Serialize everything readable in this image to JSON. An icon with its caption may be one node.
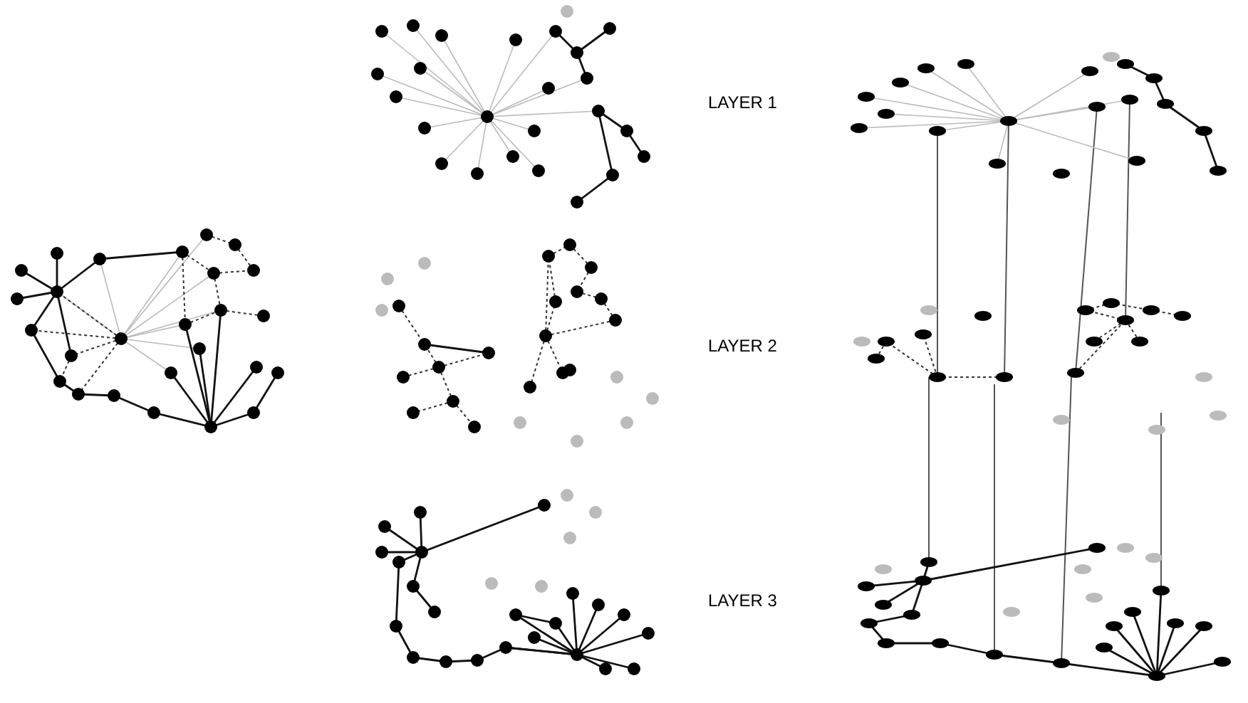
{
  "diagram": {
    "labels": [
      "LAYER 1",
      "LAYER 2",
      "LAYER 3"
    ]
  }
}
